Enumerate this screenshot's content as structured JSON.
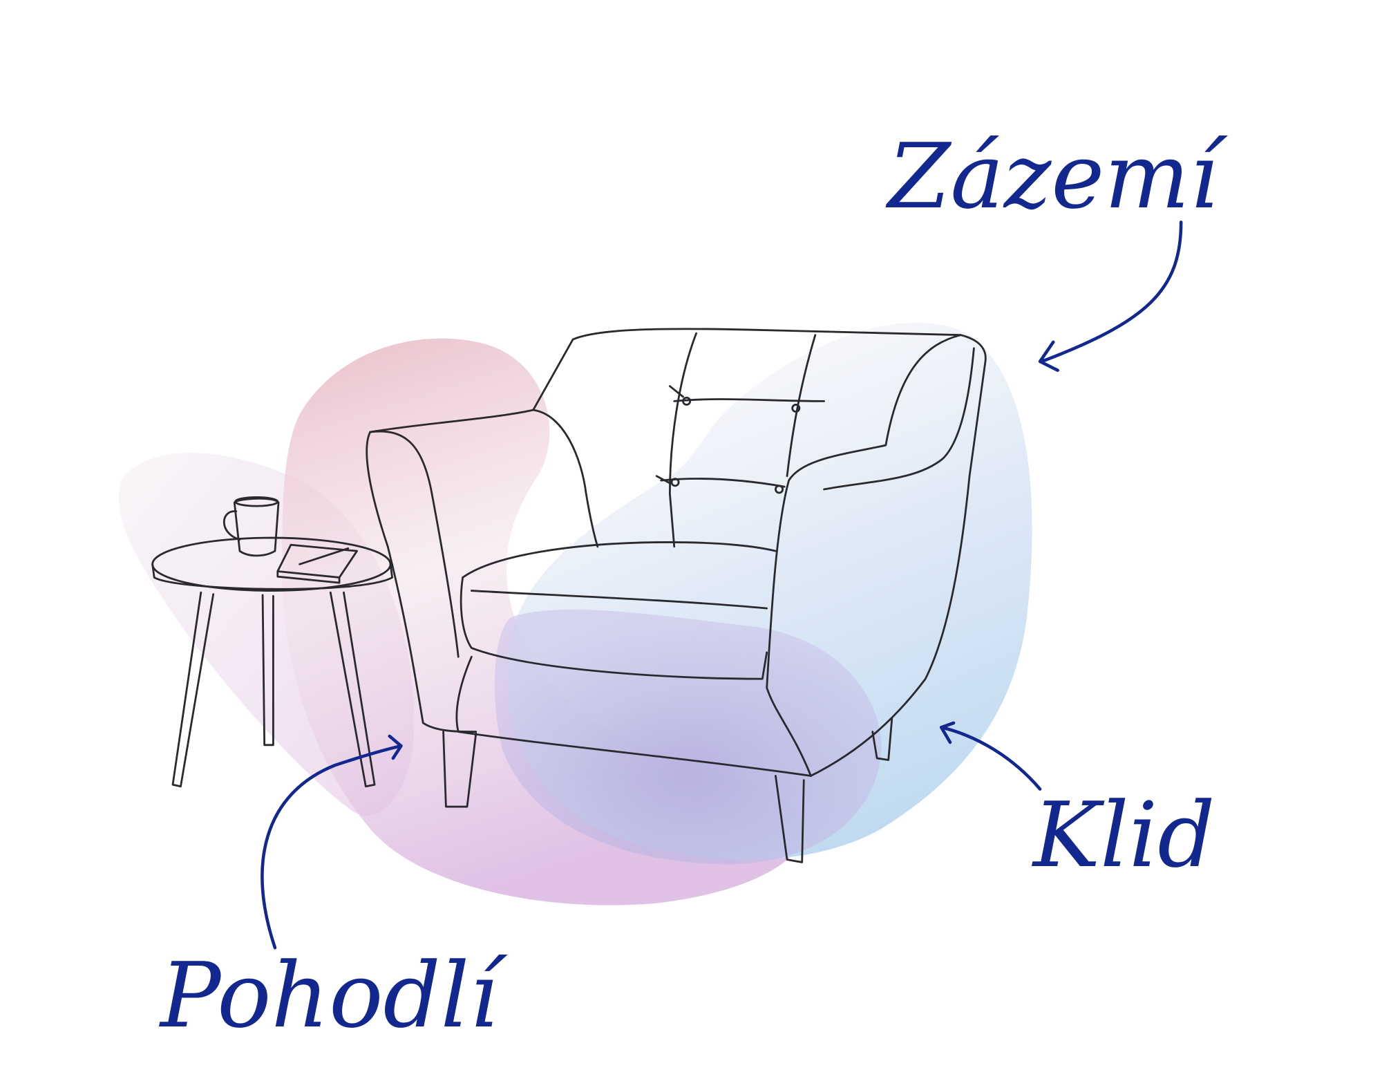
{
  "labels": {
    "top_right": "Zázemí",
    "bottom_right": "Klid",
    "bottom_left": "Pohodlí"
  },
  "colors": {
    "label_text": "#13288f",
    "blob_pink": "#e9b9c4",
    "blob_purple": "#b8aee0",
    "blob_blue": "#bcd8f0",
    "line_art": "#2a2a2e"
  }
}
